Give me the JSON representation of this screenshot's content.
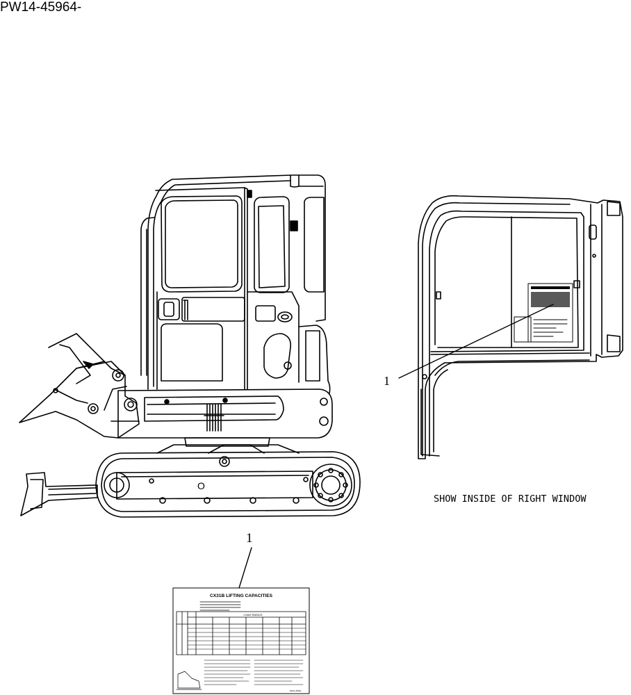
{
  "document": {
    "code": "PW14-45964-",
    "view_caption": "SHOW INSIDE OF RIGHT WINDOW",
    "callouts": [
      {
        "id": "callout-window",
        "number": "1"
      },
      {
        "id": "callout-decal",
        "number": "1"
      }
    ],
    "decal": {
      "title": "CX31B LIFTING CAPACITIES",
      "table_header": "LOAD RADIUS",
      "part_code": "PW14-45964-"
    },
    "machine_marks": {
      "track_frame_mark": "O"
    }
  }
}
